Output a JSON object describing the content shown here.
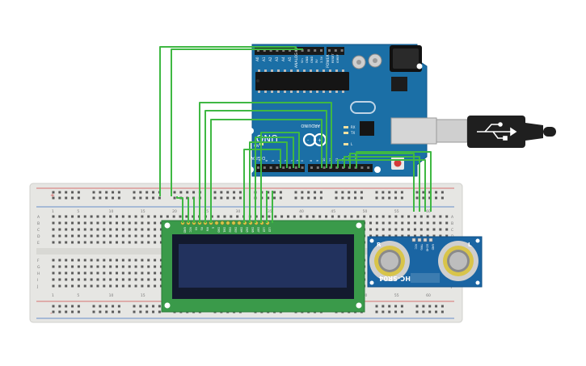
{
  "arduino": {
    "board_name": "UNO",
    "brand": "ARDUINO",
    "header_power": "POWER",
    "header_analog": "ANALOG IN",
    "header_digital": "DIGITAL (PWM ~)",
    "led_rx": "RX",
    "led_tx": "TX",
    "led_l": "L",
    "led_on": "ON",
    "analog_pins": [
      "A0",
      "A1",
      "A2",
      "A3",
      "A4",
      "A5"
    ],
    "power_pins": [
      "IOREF",
      "RESET",
      "3.3V",
      "5V",
      "GND",
      "GND",
      "Vin"
    ],
    "digital_low": [
      "7",
      "6",
      "5",
      "4",
      "3",
      "2",
      "1",
      "0"
    ],
    "digital_high": [
      "AREF",
      "GND",
      "13",
      "12",
      "11",
      "10",
      "9",
      "8"
    ]
  },
  "breadboard": {
    "column_numbers": [
      "1",
      "5",
      "10",
      "15",
      "20",
      "25",
      "30",
      "35",
      "40",
      "45",
      "50",
      "55",
      "60"
    ],
    "row_letters_top": [
      "A",
      "B",
      "C",
      "D",
      "E"
    ],
    "row_letters_bottom": [
      "F",
      "G",
      "H",
      "I",
      "J"
    ],
    "rail_plus": "+",
    "rail_minus": "-"
  },
  "lcd": {
    "pin_labels": [
      "GND",
      "VCC",
      "V0",
      "RS",
      "RW",
      "E",
      "DB0",
      "DB1",
      "DB2",
      "DB3",
      "DB4",
      "DB5",
      "DB6",
      "DB7",
      "LED",
      "LED"
    ]
  },
  "sensor": {
    "model": "HC-SR04",
    "left_label": "R",
    "right_label": "L",
    "pin_labels": [
      "VCC",
      "TRIG",
      "ECHO",
      "GND"
    ]
  },
  "colors": {
    "wire": "#3fb843",
    "board_blue": "#1b6fa6",
    "breadboard": "#e6e6e3",
    "lcd_pcb": "#3a9a4a",
    "lcd_screen": "#22325e",
    "sensor_blue": "#1a65a3"
  }
}
